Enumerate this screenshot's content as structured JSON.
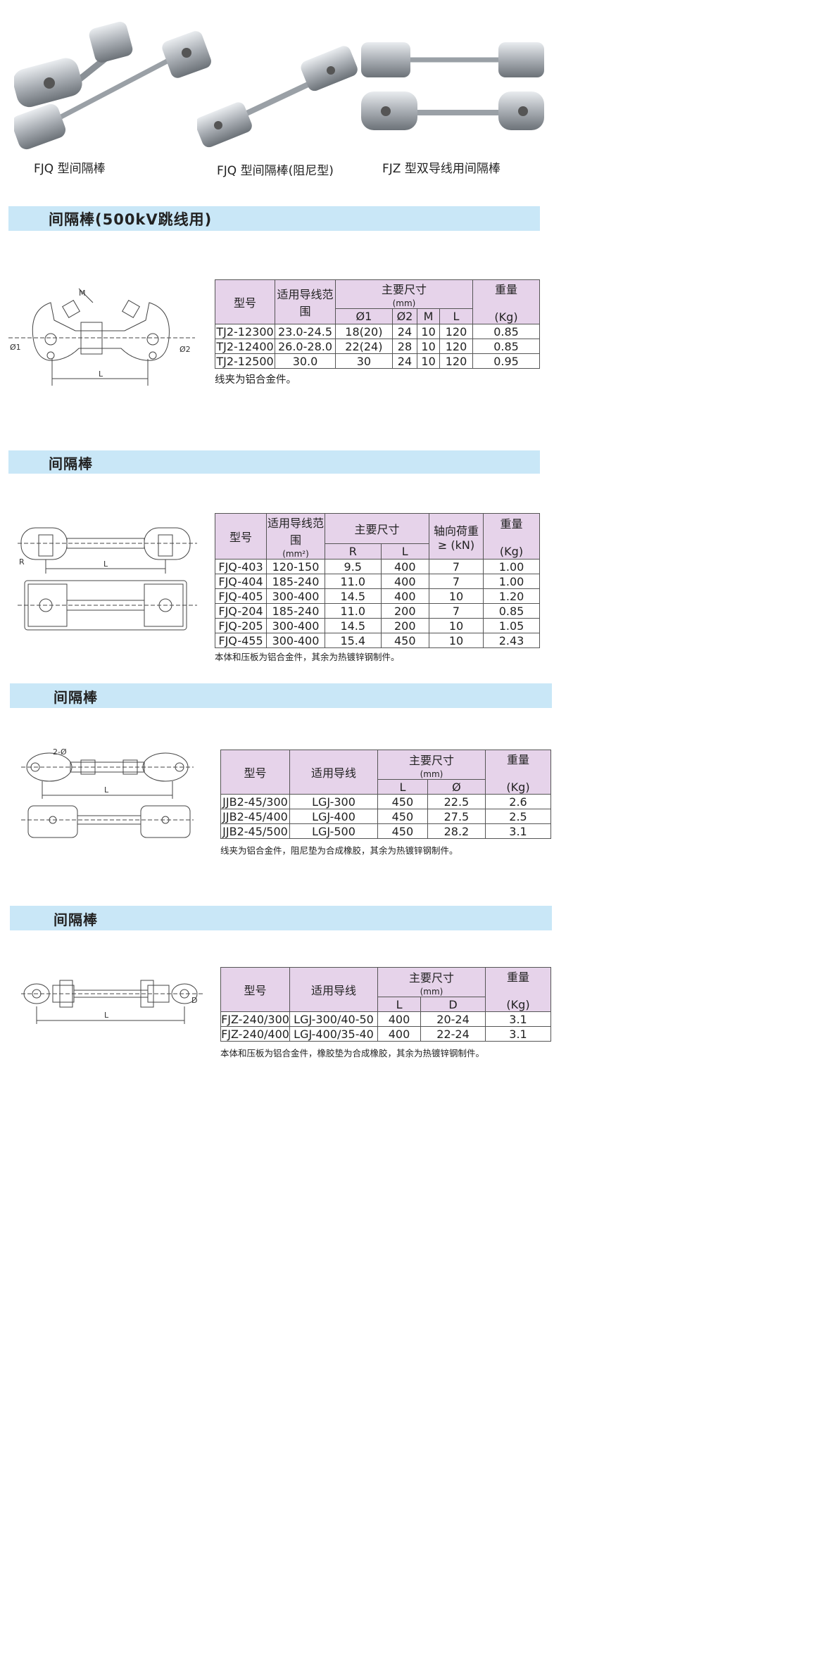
{
  "photos": [
    {
      "caption": "FJQ 型间隔棒"
    },
    {
      "caption": "FJQ 型间隔棒(阻尼型)"
    },
    {
      "caption": "FJZ 型双导线用间隔棒"
    }
  ],
  "sections": [
    {
      "title": "间隔棒(500kV跳线用)",
      "drawing": {
        "labels": {
          "l": "L",
          "d1": "Ø1",
          "d2": "Ø2",
          "m": "M"
        }
      },
      "headers": {
        "model": "型号",
        "range": "适用导线范围",
        "dims": "主要尺寸",
        "dims_unit": "(mm)",
        "weight": "重量",
        "weight_unit": "(Kg)",
        "c1": "Ø1",
        "c2": "Ø2",
        "c3": "M",
        "c4": "L"
      },
      "rows": [
        [
          "TJ2-12300",
          "23.0-24.5",
          "18(20)",
          "24",
          "10",
          "120",
          "0.85"
        ],
        [
          "TJ2-12400",
          "26.0-28.0",
          "22(24)",
          "28",
          "10",
          "120",
          "0.85"
        ],
        [
          "TJ2-12500",
          "30.0",
          "30",
          "24",
          "10",
          "120",
          "0.95"
        ]
      ],
      "note": "线夹为铝合金件。"
    },
    {
      "title": "间隔棒",
      "drawing": {
        "labels": {
          "l": "L",
          "r": "R"
        }
      },
      "headers": {
        "model": "型号",
        "range": "适用导线范围",
        "range_unit": "(mm²)",
        "dims": "主要尺寸",
        "c1": "R",
        "c2": "L",
        "load": "轴向荷重",
        "load_unit": "≥ (kN)",
        "weight": "重量",
        "weight_unit": "(Kg)"
      },
      "rows": [
        [
          "FJQ-403",
          "120-150",
          "9.5",
          "400",
          "7",
          "1.00"
        ],
        [
          "FJQ-404",
          "185-240",
          "11.0",
          "400",
          "7",
          "1.00"
        ],
        [
          "FJQ-405",
          "300-400",
          "14.5",
          "400",
          "10",
          "1.20"
        ],
        [
          "FJQ-204",
          "185-240",
          "11.0",
          "200",
          "7",
          "0.85"
        ],
        [
          "FJQ-205",
          "300-400",
          "14.5",
          "200",
          "10",
          "1.05"
        ],
        [
          "FJQ-455",
          "300-400",
          "15.4",
          "450",
          "10",
          "2.43"
        ]
      ],
      "note": "本体和压板为铝合金件，其余为热镀锌钢制件。"
    },
    {
      "title": "间隔棒",
      "drawing": {
        "labels": {
          "l": "L",
          "hole": "2-Ø"
        }
      },
      "headers": {
        "model": "型号",
        "range": "适用导线",
        "dims": "主要尺寸",
        "dims_unit": "(mm)",
        "weight": "重量",
        "weight_unit": "(Kg)",
        "c1": "L",
        "c2": "Ø"
      },
      "rows": [
        [
          "JJB2-45/300",
          "LGJ-300",
          "450",
          "22.5",
          "2.6"
        ],
        [
          "JJB2-45/400",
          "LGJ-400",
          "450",
          "27.5",
          "2.5"
        ],
        [
          "JJB2-45/500",
          "LGJ-500",
          "450",
          "28.2",
          "3.1"
        ]
      ],
      "note": "线夹为铝合金件，阻尼垫为合成橡胶，其余为热镀锌钢制件。"
    },
    {
      "title": "间隔棒",
      "drawing": {
        "labels": {
          "l": "L",
          "d": "D"
        }
      },
      "headers": {
        "model": "型号",
        "range": "适用导线",
        "dims": "主要尺寸",
        "dims_unit": "(mm)",
        "weight": "重量",
        "weight_unit": "(Kg)",
        "c1": "L",
        "c2": "D"
      },
      "rows": [
        [
          "FJZ-240/300",
          "LGJ-300/40-50",
          "400",
          "20-24",
          "3.1"
        ],
        [
          "FJZ-240/400",
          "LGJ-400/35-40",
          "400",
          "22-24",
          "3.1"
        ]
      ],
      "note": "本体和压板为铝合金件，橡胶垫为合成橡胶，其余为热镀锌钢制件。"
    }
  ]
}
